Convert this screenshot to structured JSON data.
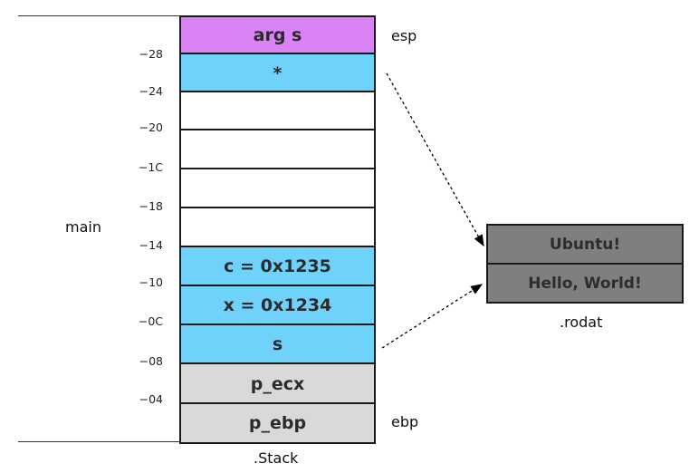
{
  "stack": {
    "cells": [
      {
        "label": "arg s",
        "color": "#d983f5"
      },
      {
        "label": "*",
        "color": "#6fd2fb"
      },
      {
        "label": "",
        "color": "#ffffff"
      },
      {
        "label": "",
        "color": "#ffffff"
      },
      {
        "label": "",
        "color": "#ffffff"
      },
      {
        "label": "",
        "color": "#ffffff"
      },
      {
        "label": "c = 0x1235",
        "color": "#6fd2fb"
      },
      {
        "label": "x = 0x1234",
        "color": "#6fd2fb"
      },
      {
        "label": "s",
        "color": "#6fd2fb"
      },
      {
        "label": "p_ecx",
        "color": "#d9d9d9"
      },
      {
        "label": "p_ebp",
        "color": "#d9d9d9"
      }
    ],
    "offsets": [
      "−28",
      "−24",
      "−20",
      "−1C",
      "−18",
      "−14",
      "−10",
      "−0C",
      "−08",
      "−04"
    ],
    "caption": ".Stack",
    "frame_label": "main",
    "esp_label": "esp",
    "ebp_label": "ebp"
  },
  "rodat": {
    "cells": [
      "Ubuntu!",
      "Hello, World!"
    ],
    "caption": ".rodat",
    "color": "#7f7f7f"
  }
}
